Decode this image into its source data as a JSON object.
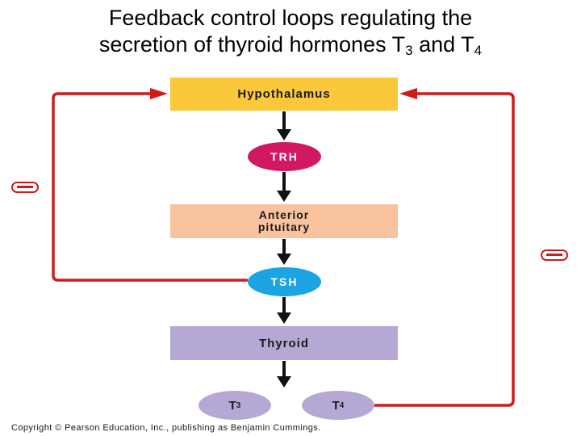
{
  "title": {
    "line1": "Feedback control loops regulating the",
    "line2_prefix": "secretion of thyroid hormones T",
    "line2_sub1": "3",
    "line2_mid": " and T",
    "line2_sub2": "4"
  },
  "nodes": {
    "hypothalamus": "Hypothalamus",
    "trh": "TRH",
    "anterior_line1": "Anterior",
    "anterior_line2": "pituitary",
    "tsh": "TSH",
    "thyroid": "Thyroid",
    "t3_letter": "T",
    "t3_sub": "3",
    "t4_letter": "T",
    "t4_sub": "4"
  },
  "copyright": "Copyright © Pearson Education, Inc., publishing as Benjamin Cummings.",
  "colors": {
    "feedback_red": "#d11a1a",
    "hypothalamus": "#fcc83b",
    "trh": "#d11963",
    "anterior_pituitary": "#f9c3a0",
    "tsh": "#1ca3e4",
    "thyroid": "#b5a8d4"
  },
  "icons": {
    "inhibition_sign": "minus-sign-icon"
  }
}
